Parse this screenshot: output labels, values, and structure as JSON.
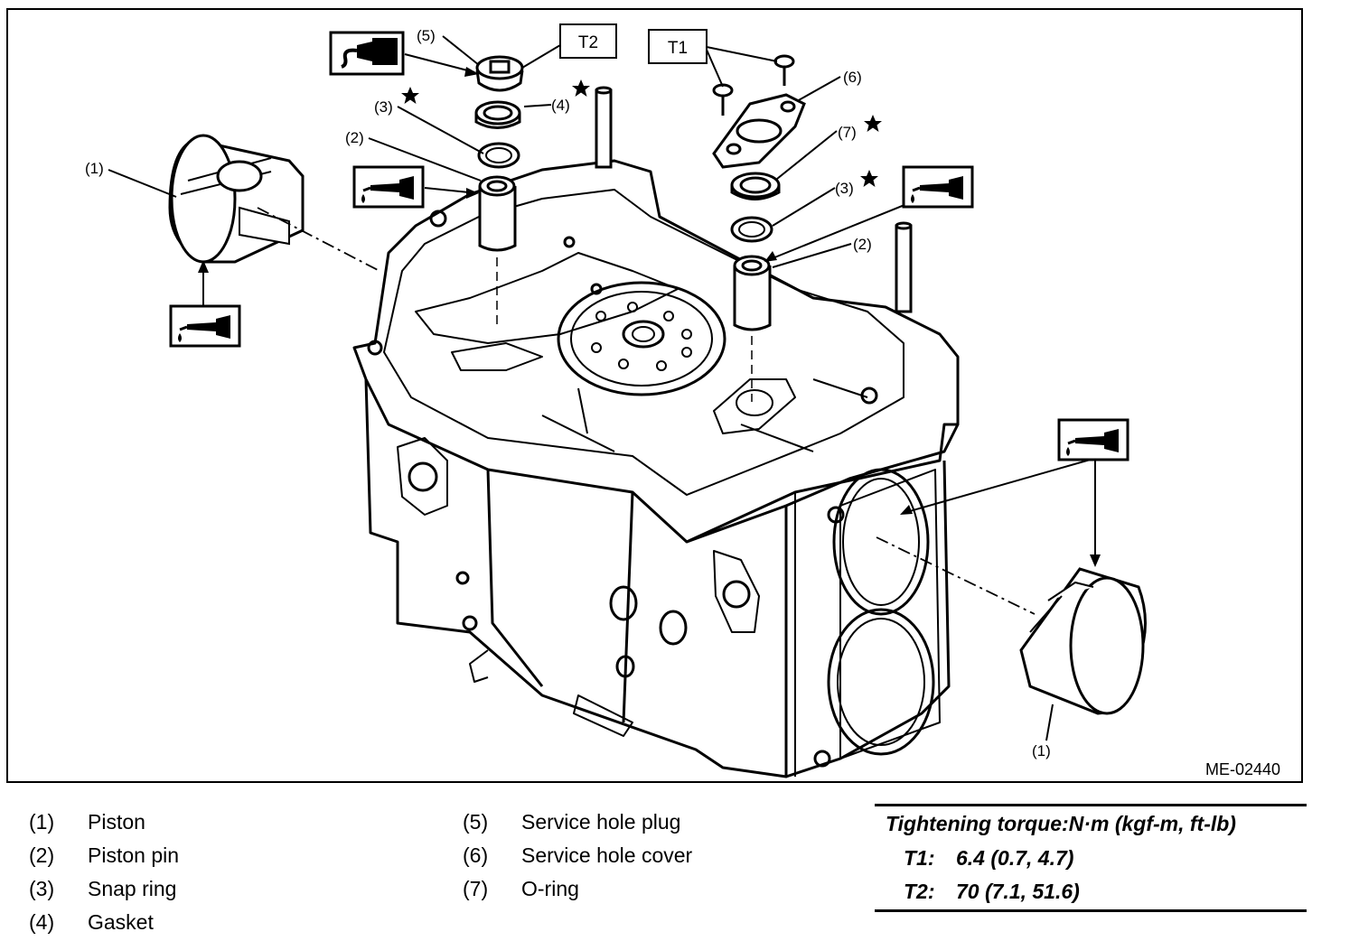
{
  "figure": {
    "id": "ME-02440",
    "callouts": {
      "piston": "(1)",
      "piston_pin": "(2)",
      "snap_ring": "(3)",
      "gasket": "(4)",
      "service_hole_plug": "(5)",
      "service_hole_cover": "(6)",
      "o_ring": "(7)"
    },
    "torque_box_labels": [
      "T1",
      "T2"
    ],
    "icons": [
      "oil-applicator-icon",
      "sealant-applicator-icon",
      "star-icon"
    ]
  },
  "legend": [
    {
      "num": "(1)",
      "name": "Piston"
    },
    {
      "num": "(2)",
      "name": "Piston pin"
    },
    {
      "num": "(3)",
      "name": "Snap ring"
    },
    {
      "num": "(4)",
      "name": "Gasket"
    },
    {
      "num": "(5)",
      "name": "Service hole plug"
    },
    {
      "num": "(6)",
      "name": "Service hole cover"
    },
    {
      "num": "(7)",
      "name": "O-ring"
    }
  ],
  "torque": {
    "title": "Tightening torque:N·m (kgf-m, ft-lb)",
    "rows": [
      {
        "label": "T1:",
        "value": "6.4 (0.7, 4.7)"
      },
      {
        "label": "T2:",
        "value": "70 (7.1, 51.6)"
      }
    ]
  }
}
